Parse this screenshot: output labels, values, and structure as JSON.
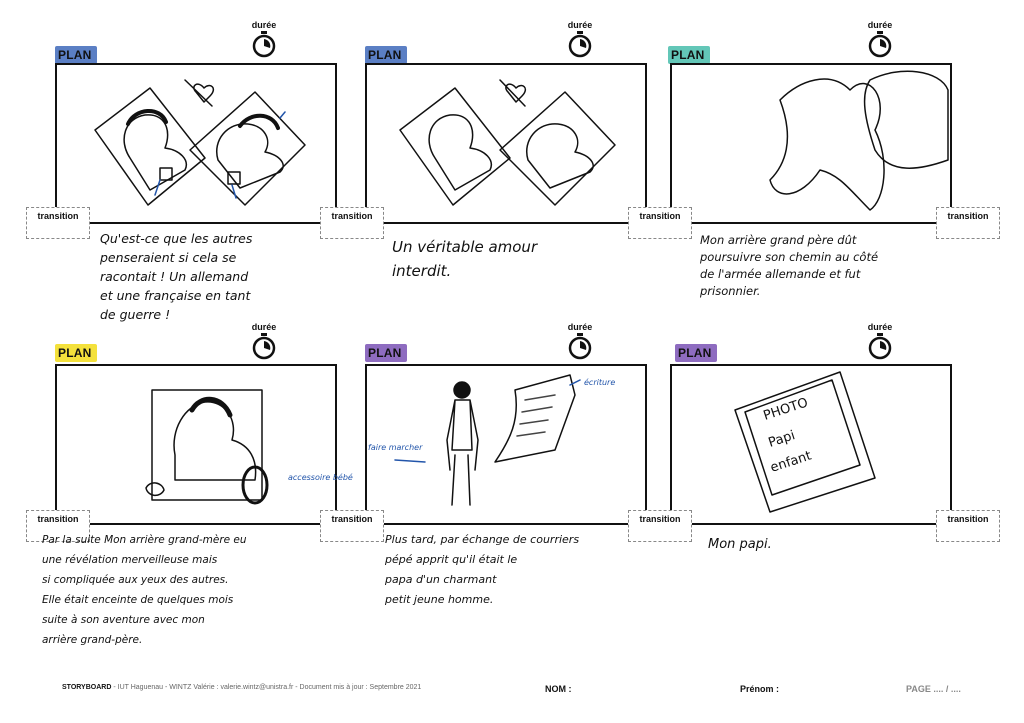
{
  "panels": [
    {
      "plan_label": "PLAN n°",
      "dots": "...",
      "tag_color": "#5b7fc4",
      "duree": "durée",
      "transition": "transition",
      "caption": "Qu'est-ce que les autres\npenseraient si cela se\nracontait ! Un allemand\net une française en tant\nde guerre !"
    },
    {
      "plan_label": "PLAN n°",
      "dots": "...",
      "tag_color": "#5b7fc4",
      "duree": "durée",
      "transition": "transition",
      "caption": "Un véritable amour\ninterdit."
    },
    {
      "plan_label": "PLAN n°",
      "dots": "...",
      "tag_color": "#63c7b8",
      "duree": "durée",
      "transition": "transition",
      "caption": "Mon arrière grand père dût\npoursuivre son chemin au côté\nde l'armée allemande et fut\nprisonnier."
    },
    {
      "plan_label": "PLAN n°",
      "dots": "...",
      "tag_color": "#f4e13c",
      "duree": "durée",
      "transition": "transition",
      "caption": "Par la suite Mon arrière grand-mère eu\nune révélation merveilleuse mais\nsi compliquée aux yeux des autres.\nElle était enceinte de quelques mois\nsuite à son aventure avec mon\narrière grand-père."
    },
    {
      "plan_label": "PLAN n°",
      "dots": "...",
      "tag_color": "#8e6cc0",
      "duree": "durée",
      "transition": "transition",
      "caption": "Plus tard, par échange de courriers\npépé apprit qu'il était le\npapa d'un charmant\npetit jeune homme."
    },
    {
      "plan_label": "PLAN n°",
      "dots": "...",
      "tag_color": "#8e6cc0",
      "duree": "durée",
      "transition": "transition",
      "caption": "Mon papi."
    }
  ],
  "sketch_notes": {
    "p4_note": "accessoire bébé",
    "p5_note_left": "faire marcher",
    "p5_note_right": "écriture",
    "p6_photo_text": [
      "PHOTO",
      "Papi",
      "enfant"
    ]
  },
  "footer": {
    "storyboard": "STORYBOARD",
    "credits": " - IUT Haguenau - WINTZ Valérie : valerie.wintz@unistra.fr - Document mis à jour : Septembre 2021",
    "nom": "NOM :",
    "prenom": "Prénom :",
    "page": "PAGE .... / ...."
  }
}
